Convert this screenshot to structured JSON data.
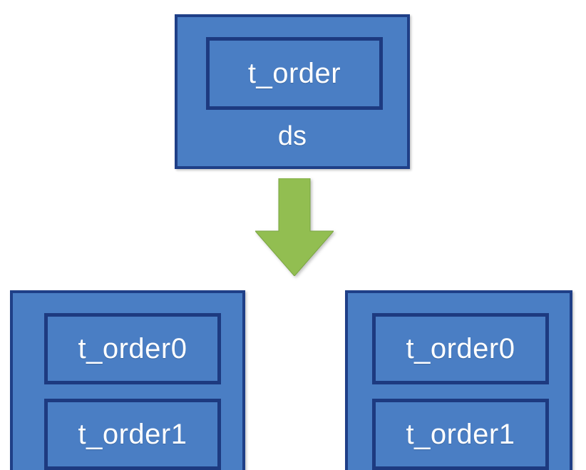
{
  "diagram": {
    "background_color": "#ffffff",
    "box_fill_color": "#4a7ec4",
    "box_border_color": "#1f3f87",
    "arrow_color": "#92be51",
    "text_color": "#ffffff",
    "source": {
      "datasource_label": "ds",
      "table_label": "t_order"
    },
    "arrow": {
      "icon": "arrow-down-icon",
      "direction": "down"
    },
    "shards": [
      {
        "tables": [
          {
            "label": "t_order0"
          },
          {
            "label": "t_order1"
          }
        ]
      },
      {
        "tables": [
          {
            "label": "t_order0"
          },
          {
            "label": "t_order1"
          }
        ]
      }
    ]
  }
}
